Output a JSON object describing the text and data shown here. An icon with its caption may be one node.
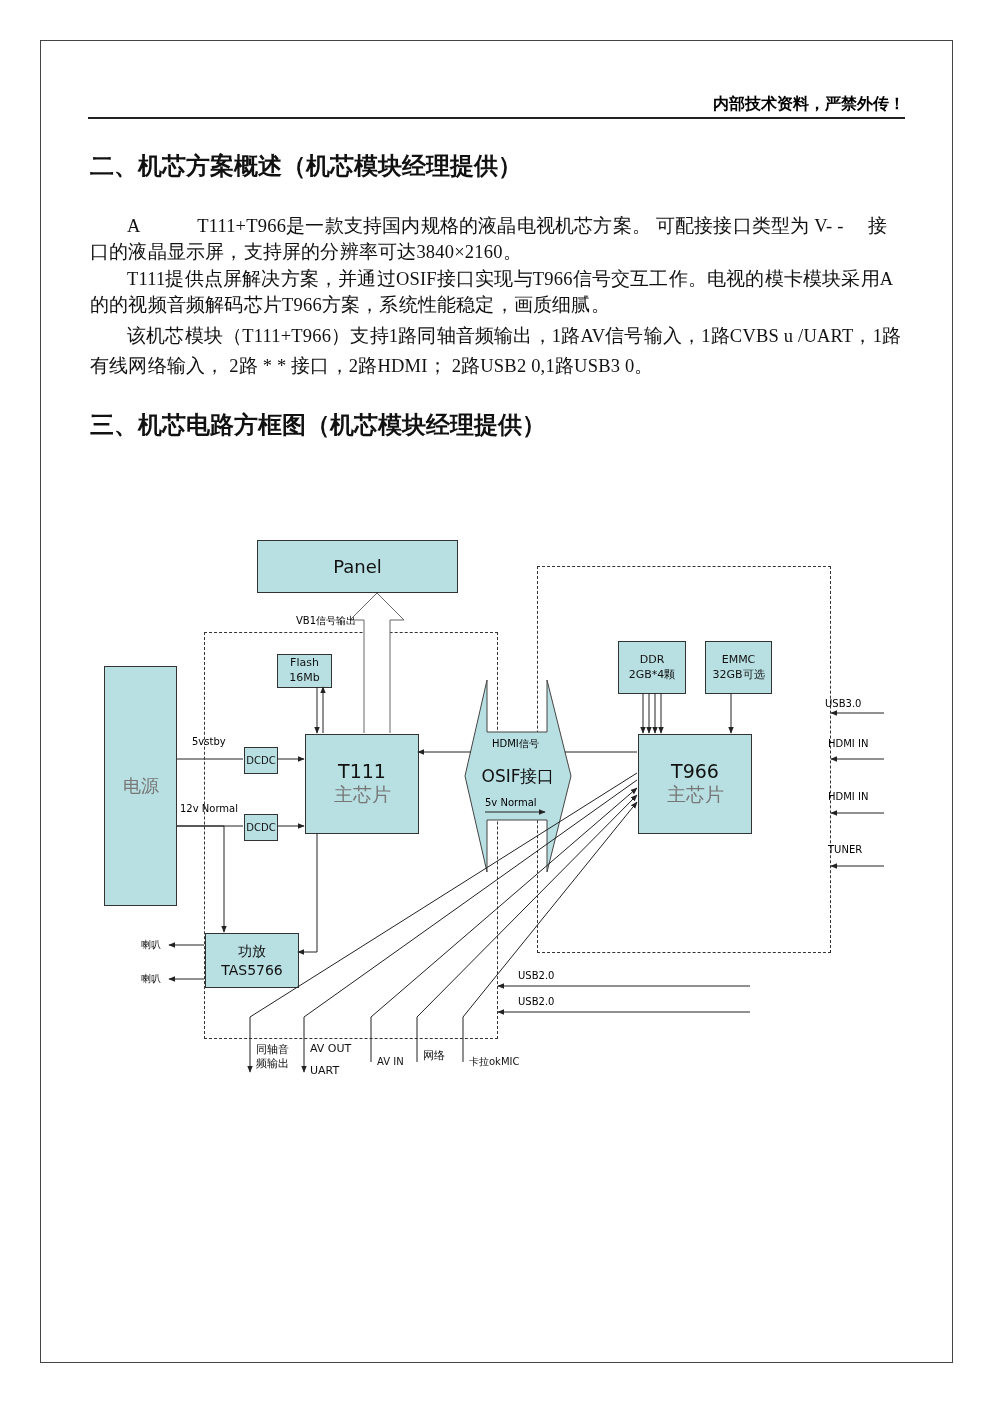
{
  "diagram": {
    "nodes": [
      {
        "text": [
          "Panel"
        ]
      },
      {
        "text": [],
        "shape": "box"
      },
      {
        "text": [],
        "shape": "box"
      },
      {
        "text": [
          "Flash 16Mb"
        ],
        "in": 1
      },
      {
        "text": [
          "DDR 2GB*4颗"
        ],
        "in": 2
      },
      {
        "text": [
          "EMMC 32GB可选"
        ],
        "in": 2
      },
      {
        "text": [
          "电源"
        ]
      },
      {
        "text": [
          "DCDC"
        ],
        "in": 1
      },
      {
        "text": [
          "T111",
          "主芯片"
        ],
        "in": 1
      },
      {
        "text": [
          "OSIF接口"
        ]
      },
      {
        "text": [
          "T966",
          "主芯片"
        ],
        "in": 2
      },
      {
        "text": [
          "DCDC"
        ],
        "in": 1
      },
      {
        "text": [
          "功放 TAS5766"
        ],
        "in": 1
      },
      {
        "text": [
          "喇叭"
        ]
      },
      {
        "text": [
          "喇叭"
        ]
      },
      {
        "text": [
          "同轴音频输出"
        ]
      },
      {
        "text": [
          "AV OUT",
          "UART"
        ]
      },
      {
        "text": [
          "AV IN"
        ]
      },
      {
        "text": [
          "网络"
        ]
      },
      {
        "text": [
          "卡拉okMIC"
        ]
      }
    ],
    "edges": [
      {
        "from": 8,
        "to": 0,
        "arrow": "to",
        "label": "VB1信号输出",
        "style": "thick"
      },
      {
        "from": 3,
        "to": 8,
        "arrow": "to"
      },
      {
        "from": 8,
        "to": 3,
        "arrow": "to"
      },
      {
        "from": 6,
        "to": 7,
        "arrow": "none",
        "label": "5vstby"
      },
      {
        "from": 7,
        "to": 8,
        "arrow": "to"
      },
      {
        "from": 6,
        "to": 11,
        "arrow": "none",
        "label": "12v Normal"
      },
      {
        "from": 11,
        "to": 8,
        "arrow": "to"
      },
      {
        "from": 6,
        "to": 12,
        "arrow": "to"
      },
      {
        "from": 8,
        "to": 12,
        "arrow": "to"
      },
      {
        "from": 12,
        "to": 13,
        "arrow": "to"
      },
      {
        "from": 12,
        "to": 14,
        "arrow": "to"
      },
      {
        "from": 10,
        "to": 9,
        "arrow": "none",
        "label": "HDMI信号"
      },
      {
        "from": 4,
        "to": 10,
        "arrow": "to"
      },
      {
        "from": 4,
        "to": 10,
        "arrow": "to"
      },
      {
        "from": 4,
        "to": 10,
        "arrow": "to"
      },
      {
        "from": 4,
        "to": 10,
        "arrow": "to"
      },
      {
        "from": 5,
        "to": 10,
        "arrow": "to"
      },
      {
        "from": 10,
        "to": 15,
        "arrow": "to"
      },
      {
        "from": 10,
        "to": 16,
        "arrow": "to"
      },
      {
        "from": 17,
        "to": 10,
        "arrow": "to"
      },
      {
        "from": 18,
        "to": 10,
        "arrow": "to"
      },
      {
        "from": 19,
        "to": 10,
        "arrow": "to"
      },
      {
        "from": null,
        "to": 2,
        "arrow": "to",
        "label": "USB3.0"
      },
      {
        "from": null,
        "to": 2,
        "arrow": "to",
        "label": "HDMI IN"
      },
      {
        "from": null,
        "to": 2,
        "arrow": "to",
        "label": "HDMI IN"
      },
      {
        "from": null,
        "to": 2,
        "arrow": "to",
        "label": "TUNER"
      },
      {
        "from": null,
        "to": 1,
        "arrow": "to",
        "label": "USB2.0"
      },
      {
        "from": null,
        "to": 1,
        "arrow": "to",
        "label": "USB2.0"
      },
      {
        "from": 9,
        "to": 8,
        "arrow": "to"
      }
    ],
    "labels": [
      "内部技术资料，严禁外传！",
      "二、机芯方案概述（机芯模块经理提供）",
      "A　　　T111+T966是一款支持国内规格的液晶电视机芯方案。 可配接接口类型为 V- -　 接口的液晶显示屏，支持屏的分辨率可达3840×2160。",
      "T111提供点屏解决方案，并通过OSIF接口实现与T966信号交互工作。电视的模卡模块采用A　　 的的视频音频解码芯片T966方案，系统性能稳定，画质细腻。",
      "该机芯模块（T111+T966）支持1路同轴音频输出，1路AV信号输入，1路CVBS u /UART，1路有线网络输入， 2路 * * 接口，2路HDMI； 2路USB2 0,1路USB3 0。",
      "三、机芯电路方框图（机芯模块经理提供）",
      "5v Normal"
    ]
  }
}
